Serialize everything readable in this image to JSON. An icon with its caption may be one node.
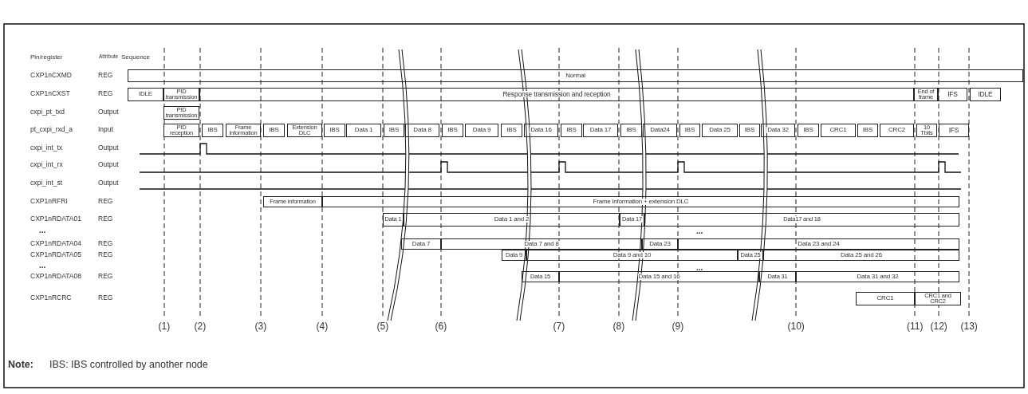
{
  "diagram": {
    "nodes": [
      {
        "text": [
          "Normal"
        ]
      },
      {
        "text": [
          "IDLE"
        ]
      },
      {
        "text": [
          "PID transmission"
        ]
      },
      {
        "text": [
          "Response transmission and reception"
        ]
      },
      {
        "text": [
          "End of frame"
        ]
      },
      {
        "text": [
          "IFS"
        ]
      },
      {
        "text": [
          "IDLE"
        ]
      },
      {
        "text": [
          "PID transmission"
        ]
      },
      {
        "text": [
          "PID reception"
        ]
      },
      {
        "text": [
          "IBS"
        ]
      },
      {
        "text": [
          "Frame information"
        ]
      },
      {
        "text": [
          "IBS"
        ]
      },
      {
        "text": [
          "Extension DLC"
        ]
      },
      {
        "text": [
          "IBS"
        ]
      },
      {
        "text": [
          "Data 1"
        ]
      },
      {
        "text": [
          "IBS"
        ]
      },
      {
        "text": [
          "Data 8"
        ]
      },
      {
        "text": [
          "IBS"
        ]
      },
      {
        "text": [
          "Data 9"
        ]
      },
      {
        "text": [
          "IBS"
        ]
      },
      {
        "text": [
          "Data 16"
        ]
      },
      {
        "text": [
          "IBS"
        ]
      },
      {
        "text": [
          "Data 17"
        ]
      },
      {
        "text": [
          "IBS"
        ]
      },
      {
        "text": [
          "Data24"
        ]
      },
      {
        "text": [
          "IBS"
        ]
      },
      {
        "text": [
          "Data 25"
        ]
      },
      {
        "text": [
          "IBS"
        ]
      },
      {
        "text": [
          "Data 32"
        ]
      },
      {
        "text": [
          "IBS"
        ]
      },
      {
        "text": [
          "CRC1"
        ]
      },
      {
        "text": [
          "IBS"
        ]
      },
      {
        "text": [
          "CRC2"
        ]
      },
      {
        "text": [
          "10 Tbits"
        ]
      },
      {
        "text": [
          "IFS"
        ]
      },
      {
        "text": [
          "Frame information"
        ]
      },
      {
        "text": [
          "Frame information + extension DLC"
        ]
      },
      {
        "text": [
          "Data 1"
        ]
      },
      {
        "text": [
          "Data 1 and 2"
        ]
      },
      {
        "text": [
          "Data 17"
        ]
      },
      {
        "text": [
          "Data17 and 18"
        ]
      },
      {
        "text": [
          "Data 7"
        ]
      },
      {
        "text": [
          "Data 7 and 8"
        ]
      },
      {
        "text": [
          "Data 23"
        ]
      },
      {
        "text": [
          "Data 23 and 24"
        ]
      },
      {
        "text": [
          "Data 9"
        ]
      },
      {
        "text": [
          "Data 9 and 10"
        ]
      },
      {
        "text": [
          "Data 25"
        ]
      },
      {
        "text": [
          "Data 25 and 26"
        ]
      },
      {
        "text": [
          "Data 15"
        ]
      },
      {
        "text": [
          "Data 15 and 16"
        ]
      },
      {
        "text": [
          "Data 31"
        ]
      },
      {
        "text": [
          "Data 31 and 32"
        ]
      },
      {
        "text": [
          "CRC1"
        ]
      },
      {
        "text": [
          "CRC1 and CRC2"
        ]
      }
    ],
    "labels": [
      "Pin/register",
      "Attribute",
      "Sequence",
      "CXP1nCXMD",
      "REG",
      "CXP1nCXST",
      "REG",
      "cxpi_pt_txd",
      "Output",
      "pt_cxpi_rxd_a",
      "Input",
      "cxpi_int_tx",
      "Output",
      "cxpi_int_rx",
      "Output",
      "cxpi_int_st",
      "Output",
      "CXP1nRFRI",
      "REG",
      "CXP1nRDATA01",
      "REG",
      "...",
      "...",
      "CXP1nRDATA04",
      "REG",
      "CXP1nRDATA05",
      "REG",
      "...",
      "...",
      "CXP1nRDATA08",
      "REG",
      "CXP1nRCRC",
      "REG",
      "(1)",
      "(2)",
      "(3)",
      "(4)",
      "(5)",
      "(6)",
      "(7)",
      "(8)",
      "(9)",
      "(10)",
      "(11)",
      "(12)",
      "(13)",
      "Note:",
      "IBS: IBS controlled by another node"
    ]
  }
}
